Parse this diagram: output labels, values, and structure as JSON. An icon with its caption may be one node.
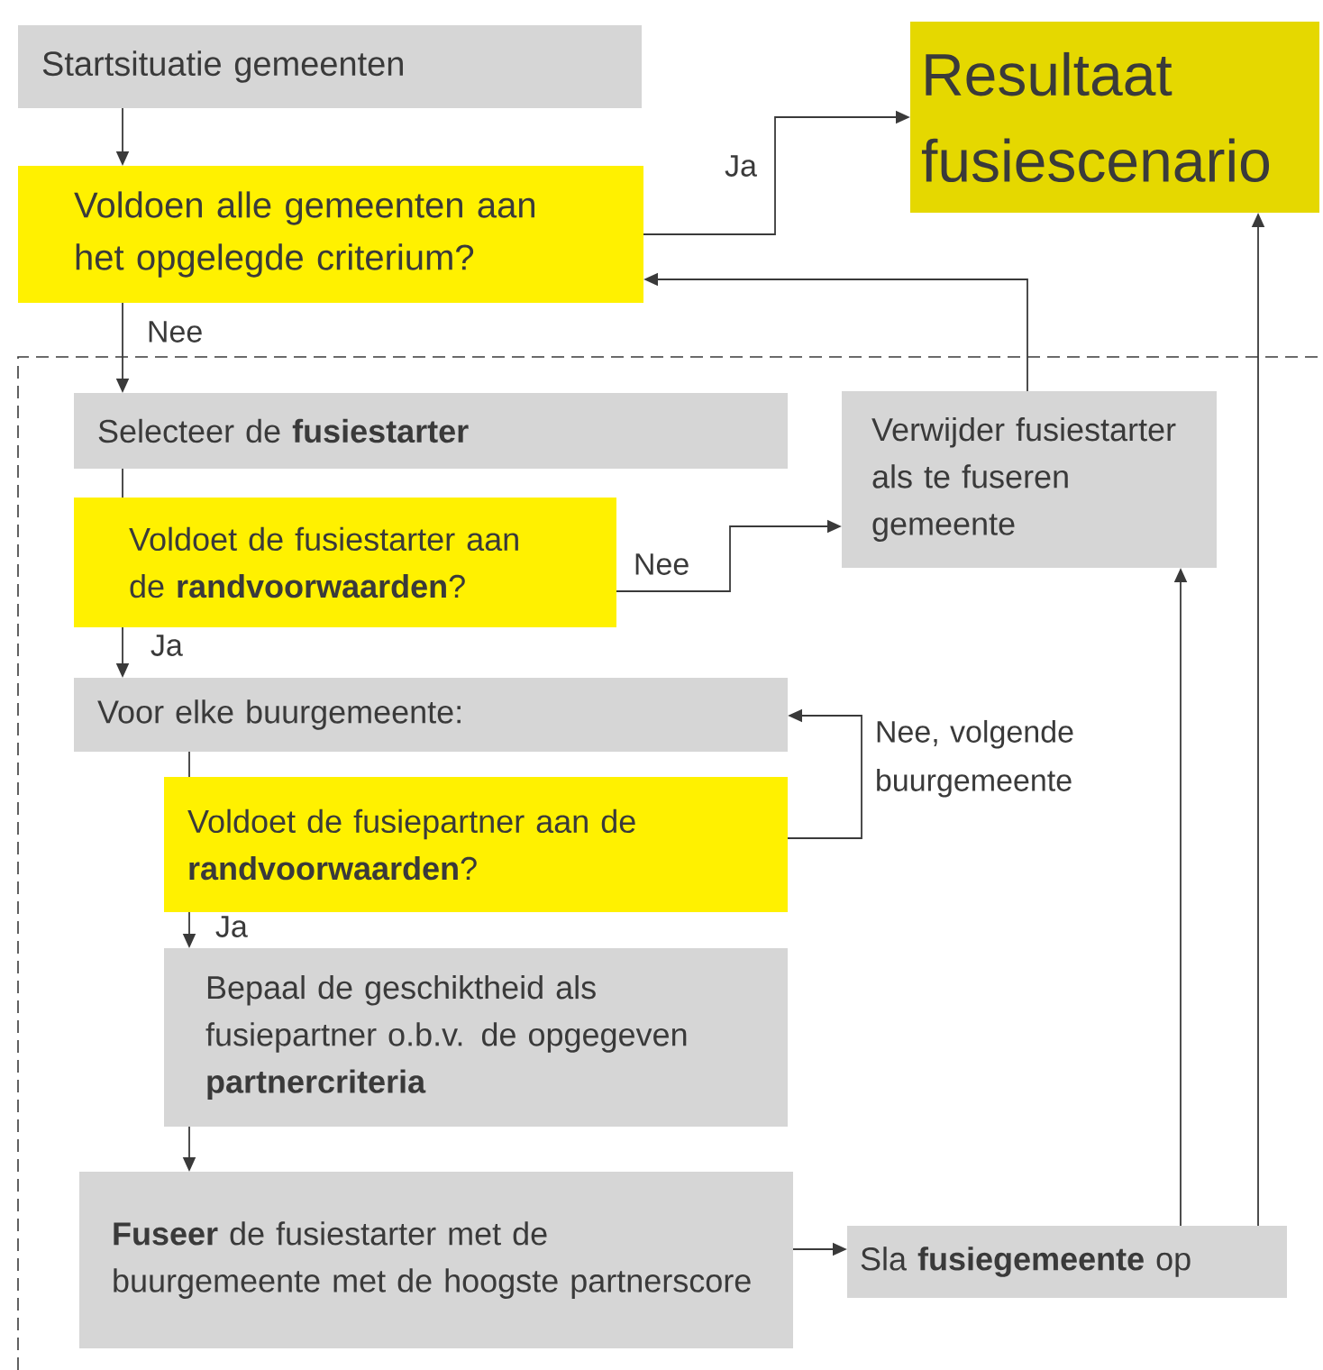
{
  "diagram": {
    "nodes": [
      {
        "text": [
          "Startsituatie gemeenten"
        ]
      },
      {
        "text": [
          "Voldoen alle gemeenten aan het opgelegde criterium?"
        ]
      },
      {
        "text": [
          "Resultaat fusiescenario"
        ]
      },
      {
        "text": [
          "Selecteer de **fusiestarter**"
        ]
      },
      {
        "text": [
          "Verwijder fusiestarter als te fuseren gemeente"
        ]
      },
      {
        "text": [
          "Voldoet de fusiestarter aan de **randvoorwaarden**?"
        ]
      },
      {
        "text": [
          "Voor elke buurgemeente:"
        ]
      },
      {
        "text": [
          "Voldoet de fusiepartner aan de **randvoorwaarden**?"
        ]
      },
      {
        "text": [
          "Bepaal de geschiktheid als fusiepartner o.b.v. de opgegeven **partnercriteria**"
        ]
      },
      {
        "text": [
          "**Fuseer** de fusiestarter met de buurgemeente met de hoogste partnerscore"
        ]
      },
      {
        "text": [
          "Sla **fusiegemeente** op"
        ]
      }
    ],
    "edges": [
      {
        "from": 0,
        "to": 1,
        "arrow": "to"
      },
      {
        "from": 1,
        "to": 2,
        "arrow": "to",
        "label": "Ja"
      },
      {
        "from": 1,
        "to": 3,
        "arrow": "to",
        "label": "Nee"
      },
      {
        "from": 4,
        "to": 1,
        "arrow": "to"
      },
      {
        "from": 3,
        "to": 5,
        "arrow": "none"
      },
      {
        "from": 5,
        "to": 4,
        "arrow": "to",
        "label": "Nee"
      },
      {
        "from": 5,
        "to": 6,
        "arrow": "to",
        "label": "Ja"
      },
      {
        "from": 6,
        "to": 7,
        "arrow": "none"
      },
      {
        "from": 7,
        "to": 6,
        "arrow": "to",
        "label": "Nee, volgende buurgemeente"
      },
      {
        "from": 7,
        "to": 8,
        "arrow": "to",
        "label": "Ja"
      },
      {
        "from": 8,
        "to": 9,
        "arrow": "to"
      },
      {
        "from": 9,
        "to": 10,
        "arrow": "to"
      },
      {
        "from": 10,
        "to": 4,
        "arrow": "to"
      },
      {
        "from": 10,
        "to": 2,
        "arrow": "to"
      }
    ]
  }
}
